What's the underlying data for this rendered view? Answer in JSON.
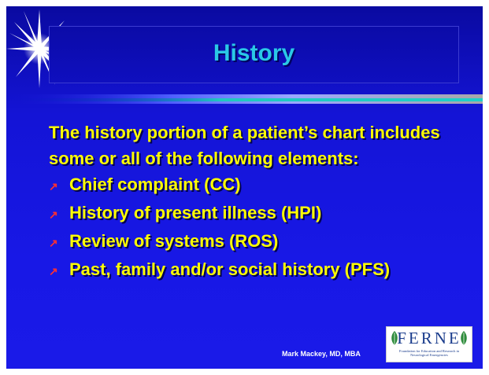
{
  "slide": {
    "title": "History",
    "intro": "The history portion of a patient’s chart includes some or all of the following elements:",
    "bullet_icon": "arrow-up-right-icon",
    "bullets": [
      "Chief complaint (CC)",
      "History of present illness (HPI)",
      "Review of systems (ROS)",
      "Past, family and/or social history (PFS)"
    ],
    "author": "Mark Mackey, MD, MBA",
    "logo": {
      "word": "FERNE",
      "tagline": "Foundation for Education and Research in Neurological Emergencies"
    }
  },
  "colors": {
    "background": "#1818e6",
    "title": "#2ac8e6",
    "body_text": "#ffff00",
    "bullet": "#ff3030"
  }
}
